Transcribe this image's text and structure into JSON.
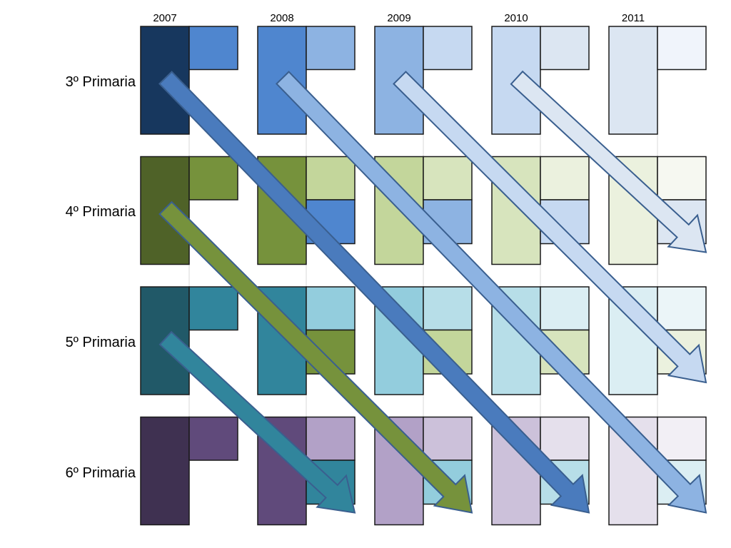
{
  "years": [
    "2007",
    "2008",
    "2009",
    "2010",
    "2011"
  ],
  "grades": [
    "3º Primaria",
    "4º Primaria",
    "5º Primaria",
    "6º Primaria"
  ],
  "palettes": {
    "blue": [
      "#17375e",
      "#4f86cf",
      "#8db3e2",
      "#c6d9f1",
      "#dce6f2",
      "#f0f4fb"
    ],
    "green": [
      "#4f6228",
      "#76923c",
      "#c3d69b",
      "#d7e4bd",
      "#ebf1de",
      "#f6f8f1"
    ],
    "teal": [
      "#215968",
      "#31859c",
      "#93cddd",
      "#b7dee8",
      "#dbeef3",
      "#ebf5f8"
    ],
    "purple": [
      "#3f3151",
      "#604a7b",
      "#b2a1c7",
      "#ccc1da",
      "#e5e0ec",
      "#f2eff5"
    ]
  },
  "cells": [
    [
      {
        "left": "blue:0",
        "top": "blue:1"
      },
      {
        "left": "blue:1",
        "top": "blue:2"
      },
      {
        "left": "blue:2",
        "top": "blue:3"
      },
      {
        "left": "blue:3",
        "top": "blue:4"
      },
      {
        "left": "blue:4",
        "top": "blue:5"
      }
    ],
    [
      {
        "left": "green:0",
        "top": "green:1"
      },
      {
        "left": "green:1",
        "top": "green:2",
        "bottom": "blue:1"
      },
      {
        "left": "green:2",
        "top": "green:3",
        "bottom": "blue:2"
      },
      {
        "left": "green:3",
        "top": "green:4",
        "bottom": "blue:3"
      },
      {
        "left": "green:4",
        "top": "green:5",
        "bottom": "blue:4"
      }
    ],
    [
      {
        "left": "teal:0",
        "top": "teal:1"
      },
      {
        "left": "teal:1",
        "top": "teal:2",
        "bottom": "green:1"
      },
      {
        "left": "teal:2",
        "top": "teal:3",
        "bottom": "green:2"
      },
      {
        "left": "teal:3",
        "top": "teal:4",
        "bottom": "green:3"
      },
      {
        "left": "teal:4",
        "top": "teal:5",
        "bottom": "green:4"
      }
    ],
    [
      {
        "left": "purple:0",
        "top": "purple:1"
      },
      {
        "left": "purple:1",
        "top": "purple:2",
        "bottom": "teal:1"
      },
      {
        "left": "purple:2",
        "top": "purple:3",
        "bottom": "teal:2"
      },
      {
        "left": "purple:3",
        "top": "purple:4",
        "bottom": "teal:3"
      },
      {
        "left": "purple:4",
        "top": "purple:5",
        "bottom": "teal:4"
      }
    ]
  ],
  "arrows": [
    {
      "name": "cohort-arrow-2007-3",
      "from": [
        0,
        0
      ],
      "to": [
        3,
        3
      ],
      "color": "#4a7bbd"
    },
    {
      "name": "cohort-arrow-2008-3",
      "from": [
        1,
        0
      ],
      "to": [
        4,
        3
      ],
      "color": "#8db3e2"
    },
    {
      "name": "cohort-arrow-2009-3",
      "from": [
        2,
        0
      ],
      "to": [
        4,
        2
      ],
      "color": "#c6d9f1"
    },
    {
      "name": "cohort-arrow-2010-3",
      "from": [
        3,
        0
      ],
      "to": [
        4,
        1
      ],
      "color": "#dce6f2"
    },
    {
      "name": "cohort-arrow-2007-4",
      "from": [
        0,
        1
      ],
      "to": [
        2,
        3
      ],
      "color": "#76923c"
    },
    {
      "name": "cohort-arrow-2007-5",
      "from": [
        0,
        2
      ],
      "to": [
        1,
        3
      ],
      "color": "#31859c"
    }
  ],
  "arrow_stroke": "#3a5f8f",
  "cell_stroke": "#1a1a1a"
}
